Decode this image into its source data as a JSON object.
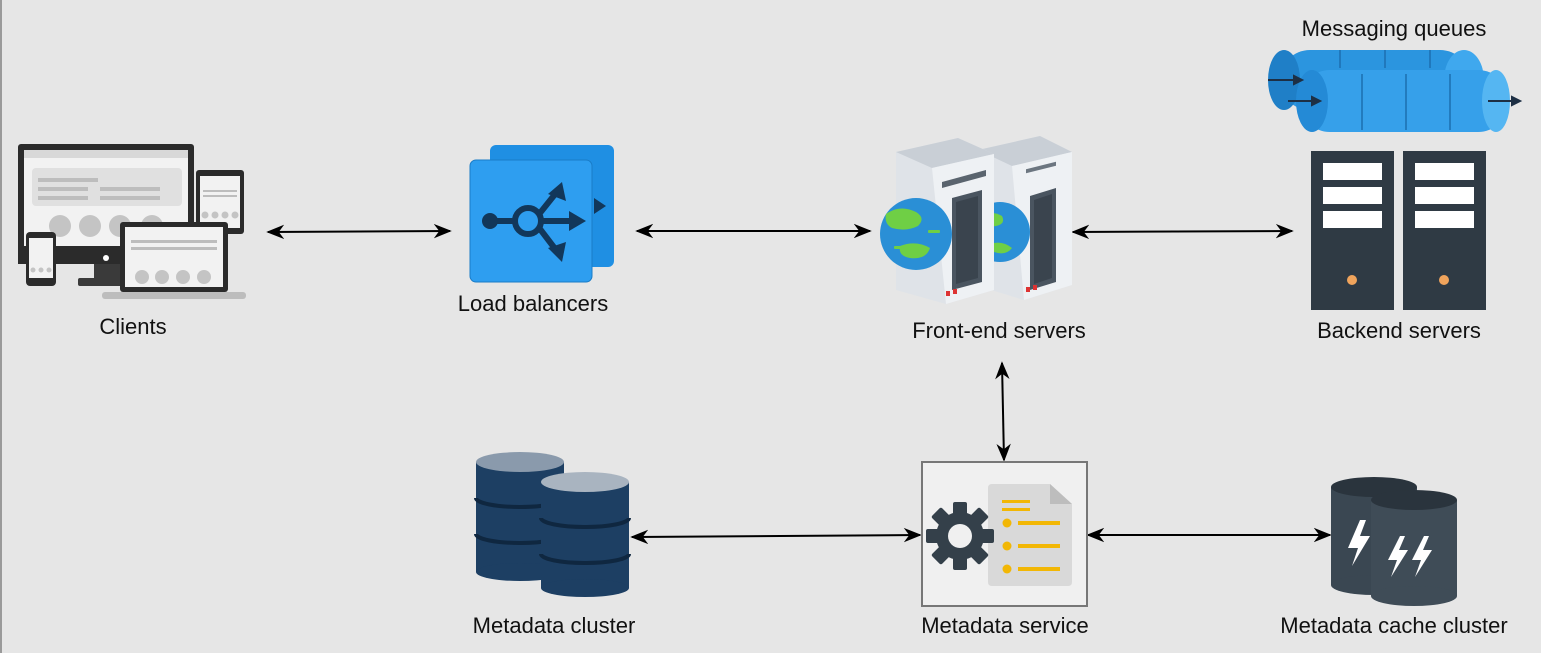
{
  "diagram": {
    "nodes": {
      "clients": "Clients",
      "load_balancers": "Load balancers",
      "frontend_servers": "Front-end servers",
      "messaging_queues": "Messaging queues",
      "backend_servers": "Backend servers",
      "metadata_cluster": "Metadata cluster",
      "metadata_service": "Metadata service",
      "metadata_cache_cluster": "Metadata cache cluster"
    },
    "edges": [
      {
        "from": "clients",
        "to": "load_balancers",
        "bidirectional": true
      },
      {
        "from": "load_balancers",
        "to": "frontend_servers",
        "bidirectional": true
      },
      {
        "from": "frontend_servers",
        "to": "backend_servers",
        "bidirectional": true
      },
      {
        "from": "frontend_servers",
        "to": "metadata_service",
        "bidirectional": true
      },
      {
        "from": "metadata_cluster",
        "to": "metadata_service",
        "bidirectional": true
      },
      {
        "from": "metadata_service",
        "to": "metadata_cache_cluster",
        "bidirectional": true
      }
    ],
    "icons": {
      "clients": "devices-icon",
      "load_balancers": "load-balancer-icon",
      "frontend_servers": "web-server-icon",
      "messaging_queues": "queue-icon",
      "backend_servers": "server-rack-icon",
      "metadata_cluster": "database-icon",
      "metadata_service": "settings-document-icon",
      "metadata_cache_cluster": "cache-icon"
    },
    "colors": {
      "background": "#e6e6e6",
      "arrow": "#000000",
      "lb_blue": "#1e8fe0",
      "queue_blue": "#3aa3e8",
      "server_dark": "#2f3a44",
      "db_navy": "#1d3f63",
      "doc_yellow": "#f2b705"
    }
  }
}
